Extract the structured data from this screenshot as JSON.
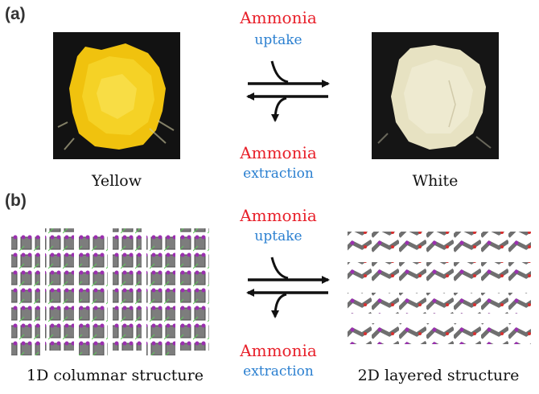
{
  "panel_a": {
    "label": "(a)",
    "top_text": {
      "ammonia": "Ammonia",
      "process": "uptake"
    },
    "bottom_text": {
      "ammonia": "Ammonia",
      "process": "extraction"
    },
    "left_caption": "Yellow",
    "right_caption": "White"
  },
  "panel_b": {
    "label": "(b)",
    "top_text": {
      "ammonia": "Ammonia",
      "process": "uptake"
    },
    "bottom_text": {
      "ammonia": "Ammonia",
      "process": "extraction"
    },
    "left_caption": "1D columnar structure",
    "right_caption": "2D layered structure"
  },
  "colors": {
    "ammonia": "#e8202a",
    "process": "#2a7fd0",
    "yellow_powder": "#f2cc12",
    "white_powder": "#e9e4c4",
    "structure_gray": "#8a8a8a",
    "structure_purple": "#9b2fb0"
  }
}
